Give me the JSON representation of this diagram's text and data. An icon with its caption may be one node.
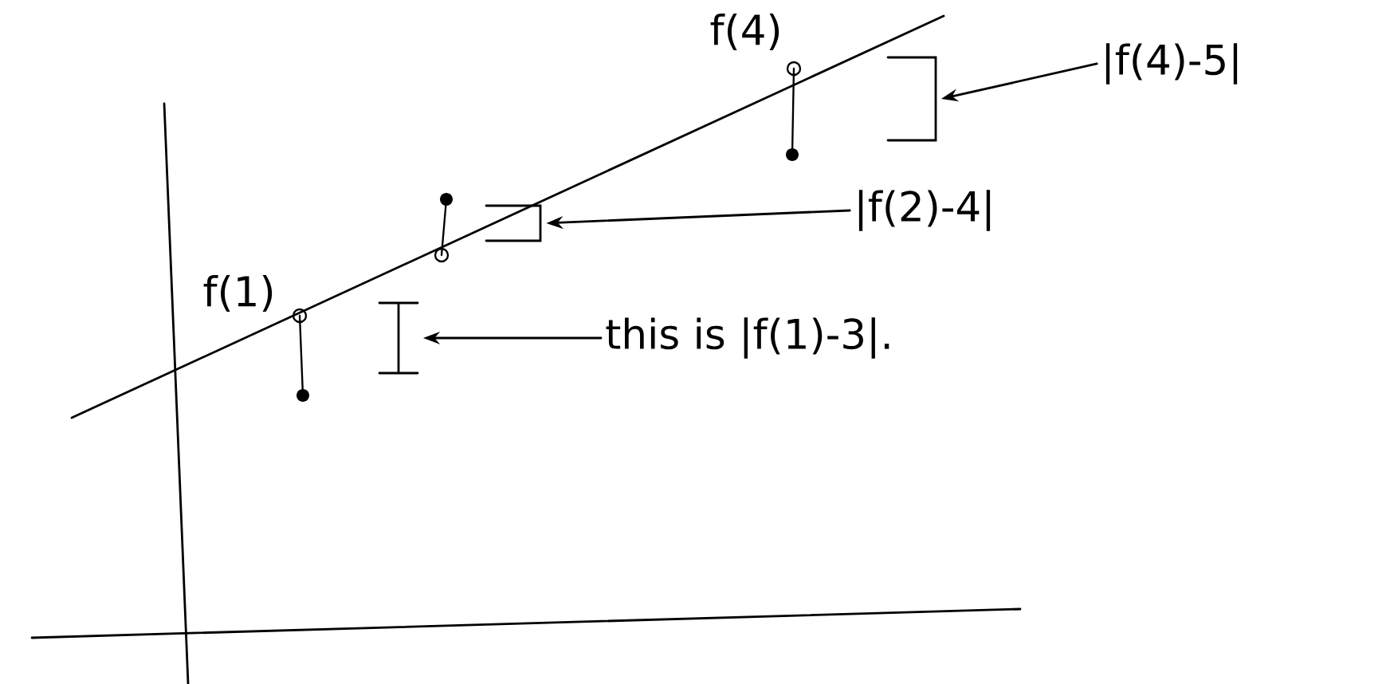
{
  "diagram": {
    "nodes": [
      {
        "text": [
          "|f(4)-5|"
        ]
      },
      {
        "text": [],
        "shape": "bracket"
      },
      {
        "text": [
          "|f(2)-4|"
        ]
      },
      {
        "text": [],
        "shape": "bracket"
      },
      {
        "text": [
          "this is |f(1)-3|."
        ]
      },
      {
        "text": [],
        "shape": "bracket"
      }
    ],
    "edges": [
      {
        "from": 0,
        "to": 1,
        "arrow": "to"
      },
      {
        "from": 2,
        "to": 3,
        "arrow": "to"
      },
      {
        "from": 4,
        "to": 5,
        "arrow": "to"
      }
    ],
    "labels": [
      "f(4)",
      "f(1)"
    ]
  }
}
